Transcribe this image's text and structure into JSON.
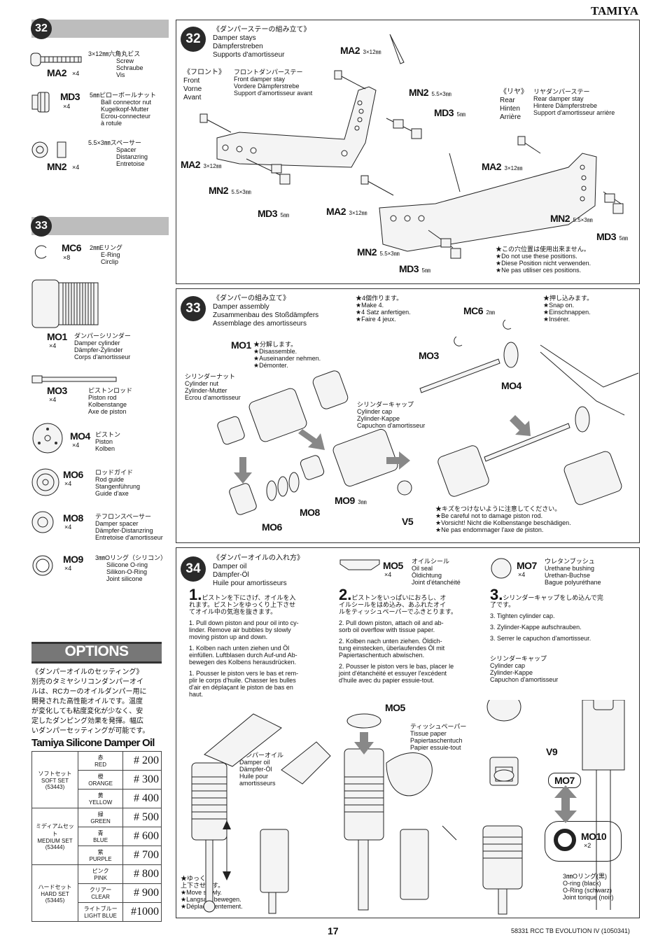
{
  "brand": "TAMIYA",
  "footer": {
    "page": "17",
    "code": "58331  RCC TB EVOLUTION IV (1050341)"
  },
  "left": {
    "step32": {
      "num": "32"
    },
    "parts32": [
      {
        "code": "MA2",
        "qty": "×4",
        "desc": [
          "3×12㎜六角丸ビス",
          "Screw",
          "Schraube",
          "Vis"
        ]
      },
      {
        "code": "MD3",
        "qty": "×4",
        "desc": [
          "5㎜ピローボールナット",
          "Ball connector nut",
          "Kugelkopf-Mutter",
          "Ecrou-connecteur",
          "à rotule"
        ]
      },
      {
        "code": "MN2",
        "qty": "×4",
        "desc": [
          "5.5×3㎜スペーサー",
          "Spacer",
          "Distanzring",
          "Entretoise"
        ]
      }
    ],
    "step33": {
      "num": "33"
    },
    "parts33": [
      {
        "code": "MC6",
        "qty": "×8",
        "desc": [
          "2㎜Eリング",
          "E-Ring",
          "Circlip"
        ]
      },
      {
        "code": "MO1",
        "qty": "×4",
        "desc": [
          "ダンパーシリンダー",
          "Damper cylinder",
          "Dämpfer-Zylinder",
          "Corps d'amortisseur"
        ]
      },
      {
        "code": "MO3",
        "qty": "×4",
        "desc": [
          "ピストンロッド",
          "Piston rod",
          "Kolbenstange",
          "Axe de piston"
        ]
      },
      {
        "code": "MO4",
        "qty": "×4",
        "desc": [
          "ピストン",
          "Piston",
          "Kolben"
        ]
      },
      {
        "code": "MO6",
        "qty": "×4",
        "desc": [
          "ロッドガイド",
          "Rod guide",
          "Stangenführung",
          "Guide d'axe"
        ]
      },
      {
        "code": "MO8",
        "qty": "×4",
        "desc": [
          "テフロンスペーサー",
          "Damper spacer",
          "Dämpfer-Distanzring",
          "Entretoise d'amortisseur"
        ]
      },
      {
        "code": "MO9",
        "qty": "×4",
        "desc": [
          "3㎜Oリング（シリコン）",
          "Silicone O-ring",
          "Silikon-O-Ring",
          "Joint silicone"
        ]
      }
    ],
    "options": {
      "title": "OPTIONS",
      "text": [
        "《ダンパーオイルのセッティング》",
        "別売のタミヤシリコンダンパーオイ",
        "ルは、RCカーのオイルダンパー用に",
        "開発された高性能オイルです。温度",
        "が変化しても粘度変化が少なく、安",
        "定したダンピング効果を発揮。幅広",
        "いダンパーセッティングが可能です。"
      ],
      "oil_title": "Tamiya Silicone Damper Oil",
      "sets": [
        {
          "name": [
            "ソフトセット",
            "SOFT SET",
            "(53443)"
          ],
          "oils": [
            [
              "赤",
              "RED",
              "# 200"
            ],
            [
              "橙",
              "ORANGE",
              "# 300"
            ],
            [
              "黄",
              "YELLOW",
              "# 400"
            ]
          ]
        },
        {
          "name": [
            "ミディアムセット",
            "MEDIUM SET",
            "(53444)"
          ],
          "oils": [
            [
              "緑",
              "GREEN",
              "# 500"
            ],
            [
              "青",
              "BLUE",
              "# 600"
            ],
            [
              "紫",
              "PURPLE",
              "# 700"
            ]
          ]
        },
        {
          "name": [
            "ハードセット",
            "HARD SET",
            "(53445)"
          ],
          "oils": [
            [
              "ピンク",
              "PINK",
              "# 800"
            ],
            [
              "クリアー",
              "CLEAR",
              "# 900"
            ],
            [
              "ライトブルー",
              "LIGHT BLUE",
              "#1000"
            ]
          ]
        }
      ]
    }
  },
  "s32": {
    "num": "32",
    "title": [
      "《ダンパーステーの組み立て》",
      "Damper stays",
      "Dämpferstreben",
      "Supports d'amortisseur"
    ],
    "front": [
      "《フロント》",
      "Front",
      "Vorne",
      "Avant"
    ],
    "front_desc": [
      "フロントダンパーステー",
      "Front damper stay",
      "Vordere Dämpferstrebe",
      "Support d'amortisseur avant"
    ],
    "rear": [
      "《リヤ》",
      "Rear",
      "Hinten",
      "Arrière"
    ],
    "rear_desc": [
      "リヤダンパーステー",
      "Rear damper stay",
      "Hintere Dämpferstrebe",
      "Support d'amortisseur arrière"
    ],
    "labels": {
      "ma2a": "MA2",
      "ma2a_sz": "3×12㎜",
      "mn2a": "MN2",
      "mn2a_sz": "5.5×3㎜",
      "md3a": "MD3",
      "md3a_sz": "5㎜",
      "ma2b": "MA2",
      "ma2b_sz": "3×12㎜",
      "mn2b": "MN2",
      "mn2b_sz": "5.5×3㎜",
      "md3b": "MD3",
      "md3b_sz": "5㎜",
      "ma2c": "MA2",
      "ma2c_sz": "3×12㎜",
      "ma2d": "MA2",
      "ma2d_sz": "3×12㎜",
      "mn2c": "MN2",
      "mn2c_sz": "5.5×3㎜",
      "md3c": "MD3",
      "md3c_sz": "5㎜",
      "mn2d": "MN2",
      "mn2d_sz": "5.5×3㎜",
      "md3d": "MD3",
      "md3d_sz": "5㎜"
    },
    "note": [
      "★この穴位置は使用出来ません。",
      "★Do not use these positions.",
      "★Diese Position nicht verwenden.",
      "★Ne pas utiliser ces positions."
    ]
  },
  "s33": {
    "num": "33",
    "title": [
      "《ダンパーの組み立て》",
      "Damper assembly",
      "Zusammenbau des Stoßdämpfers",
      "Assemblage des amortisseurs"
    ],
    "make4": [
      "★4個作ります。",
      "★Make 4.",
      "★4 Satz anfertigen.",
      "★Faire 4 jeux."
    ],
    "snap": [
      "★押し込みます。",
      "★Snap on.",
      "★Einschnappen.",
      "★Insérer."
    ],
    "mo1": "MO1",
    "disassemble": [
      "★分解します。",
      "★Disassemble.",
      "★Auseinander nehmen.",
      "★Démonter."
    ],
    "cyl_nut": [
      "シリンダーナット",
      "Cylinder nut",
      "Zylinder-Mutter",
      "Ecrou d'amortisseur"
    ],
    "cyl_cap": [
      "シリンダーキャップ",
      "Cylinder cap",
      "Zylinder-Kappe",
      "Capuchon d'amortisseur"
    ],
    "mc6": "MC6",
    "mc6_sz": "2㎜",
    "mo3": "MO3",
    "mo4": "MO4",
    "mo8": "MO8",
    "mo6": "MO6",
    "mo9": "MO9",
    "mo9_sz": "3㎜",
    "v5": "V5",
    "careful": [
      "★キズをつけないように注意してください。",
      "★Be careful not to damage piston rod.",
      "★Vorsicht! Nicht die Kolbenstange beschädigen.",
      "★Ne pas endommager l'axe de piston."
    ]
  },
  "s34": {
    "num": "34",
    "title": [
      "《ダンパーオイルの入れ方》",
      "Damper oil",
      "Dämpfer-Öl",
      "Huile pour amortisseurs"
    ],
    "mo5": {
      "code": "MO5",
      "qty": "×4",
      "desc": [
        "オイルシール",
        "Oil seal",
        "Öldichtung",
        "Joint d'étanchéité"
      ]
    },
    "mo7": {
      "code": "MO7",
      "qty": "×4",
      "desc": [
        "ウレタンブッシュ",
        "Urethane bushing",
        "Urethan-Buchse",
        "Bague polyuréthane"
      ]
    },
    "step1": {
      "n": "1.",
      "jp": [
        "ピストンを下にさげ、オイルを入",
        "れます。ピストンをゆっくり上下させ",
        "てオイル中の気泡を抜きます。"
      ],
      "en": [
        "1. Pull down piston and pour oil into cy-",
        "linder. Remove air bubbles by slowly",
        "moving piston up and down."
      ],
      "de": [
        "1. Kolben nach unten ziehen und Öl",
        "einfüllen. Luftblasen durch Auf-und Ab-",
        "bewegen des Kolbens herausdrücken."
      ],
      "fr": [
        "1. Pousser le piston vers le bas et rem-",
        "plir le corps d'huile. Chasser les bulles",
        "d'air en déplaçant le piston de bas en",
        "haut."
      ]
    },
    "step2": {
      "n": "2.",
      "jp": [
        "ピストンをいっぱいにおろし、オ",
        "イルシールをはめ込み、あふれたオイ",
        "ルをティッシュペーパーでふきとります。"
      ],
      "en": [
        "2. Pull down piston, attach oil and ab-",
        "sorb oil overflow with tissue paper."
      ],
      "de": [
        "2. Kolben nach unten ziehen. Öldich-",
        "tung einstecken, überlaufendes Öl mit",
        "Papiertaschentuch abwischen."
      ],
      "fr": [
        "2. Pousser le piston vers le bas, placer le",
        "joint d'étanchéité et essuyer l'excédent",
        "d'huile avec du papier essuie-tout."
      ]
    },
    "step3": {
      "n": "3.",
      "jp": [
        "シリンダーキャップをしめ込んで完",
        "了です。"
      ],
      "en": [
        "3. Tighten cylinder cap."
      ],
      "de": [
        "3. Zylinder-Kappe aufschrauben."
      ],
      "fr": [
        "3. Serrer le capuchon d'amortisseur."
      ]
    },
    "cyl_cap": [
      "シリンダーキャップ",
      "Cylinder cap",
      "Zylinder-Kappe",
      "Capuchon d'amortisseur"
    ],
    "damper_oil": [
      "ダンパーオイル",
      "Damper oil",
      "Dämpfer-Öl",
      "Huile pour",
      "amortisseurs"
    ],
    "tissue": [
      "ティッシュペーパー",
      "Tissue paper",
      "Papiertaschentuch",
      "Papier essuie-tout"
    ],
    "mo5_lbl": "MO5",
    "v9": "V9",
    "mo7_lbl": "MO7",
    "mo10": {
      "code": "MO10",
      "qty": "×2",
      "desc": [
        "3㎜Oリング(黒)",
        "O-ring (black)",
        "O-Ring (schwarz)",
        "Joint torique (noir)"
      ]
    },
    "slowly": [
      "★ゆっくり",
      "上下させます。",
      "★Move slowly.",
      "★Langsam bewegen.",
      "★Déplacer lentement."
    ]
  }
}
